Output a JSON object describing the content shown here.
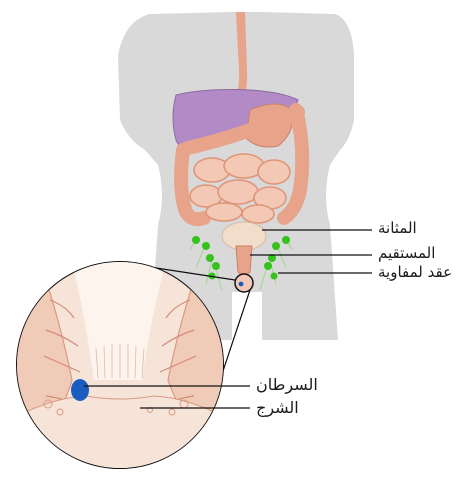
{
  "labels": {
    "bladder": "المثانة",
    "rectum": "المستقيم",
    "lymph_nodes": "عقد لمفاوية",
    "cancer": "السرطان",
    "anus": "الشرج"
  },
  "colors": {
    "body_silhouette": "#d9d9d9",
    "liver": "#b28ac6",
    "intestine": "#e8a48a",
    "intestine_inner": "#f3c9b6",
    "bladder": "#f1ddc9",
    "lymph_node": "#35c21a",
    "tumor": "#1a5cc0",
    "leader_line": "#111111"
  }
}
